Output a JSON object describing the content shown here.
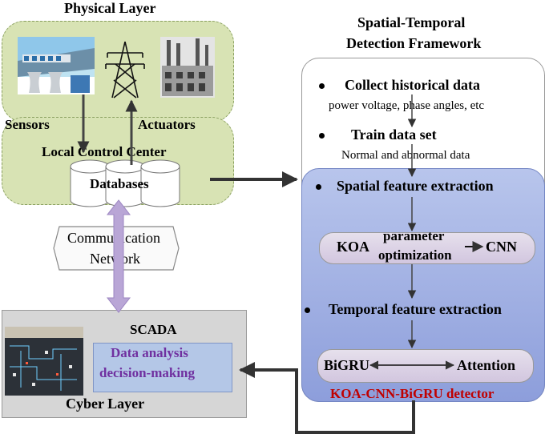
{
  "physical_layer": {
    "title": "Physical Layer",
    "sensors_label": "Sensors",
    "actuators_label": "Actuators",
    "local_control_center": "Local Control Center",
    "databases_label": "Databases"
  },
  "communication": {
    "line1": "Communication",
    "line2": "Network"
  },
  "cyber_layer": {
    "title": "Cyber Layer",
    "scada_label": "SCADA",
    "analysis_line1": "Data analysis",
    "analysis_line2": "decision-making"
  },
  "framework": {
    "title_line1": "Spatial-Temporal",
    "title_line2": "Detection Framework",
    "step1": "Collect historical data",
    "step1_sub": "power voltage, phase angles, etc",
    "step2": "Train data  set",
    "step2_sub": "Normal and abnormal data",
    "step3": "Spatial feature extraction",
    "koa": "KOA",
    "param_line1": "parameter",
    "param_line2": "optimization",
    "cnn": "CNN",
    "step4": "Temporal feature extraction",
    "bigru": "BiGRU",
    "attention": "Attention",
    "detector": "KOA-CNN-BiGRU detector"
  },
  "colors": {
    "green_panel": "#d8e3b4",
    "blue_panel": "#8f9fd9",
    "gray_panel": "#d6d6d6",
    "purple_arrow": "#b9a6d6",
    "analysis_text": "#7030a0",
    "detector_text": "#c00000"
  },
  "icons": [
    "power-plant-icon",
    "transmission-tower-icon",
    "factory-icon",
    "database-icon",
    "scada-display-icon"
  ]
}
